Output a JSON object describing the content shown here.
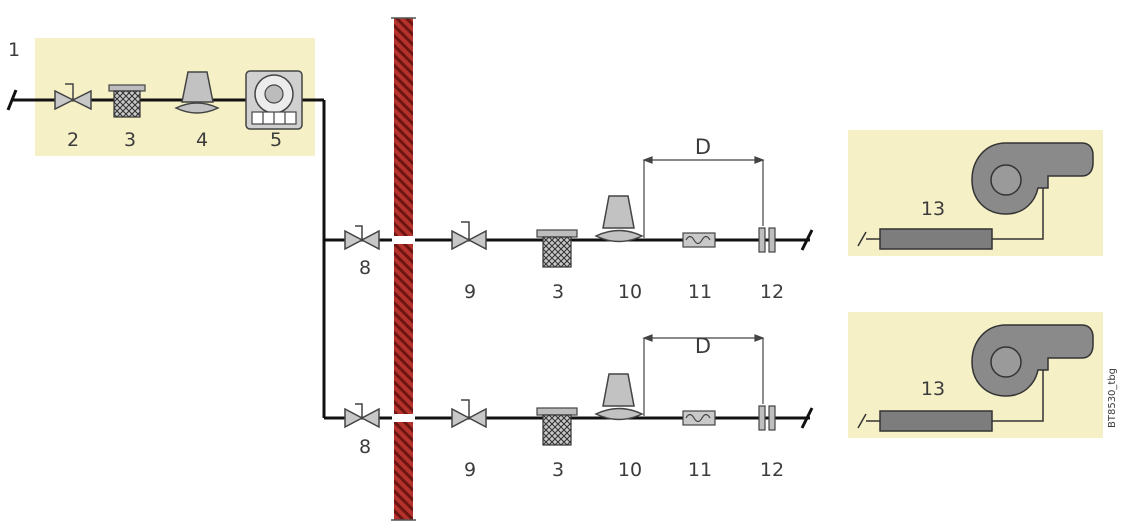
{
  "labels": {
    "1": "1",
    "2": "2",
    "3": "3",
    "4": "4",
    "5": "5",
    "8": "8",
    "9": "9",
    "10": "10",
    "11": "11",
    "12": "12",
    "13": "13",
    "d": "D"
  },
  "code": "BT8530_tbg",
  "colors": {
    "panel": "#f6f0c6",
    "wall": "#b5322c",
    "wall_hatch": "#6e1512",
    "pipe": "#111111",
    "component": "#b7b7b7",
    "burner": "#7d7d7d",
    "text": "#3c3c3c"
  }
}
